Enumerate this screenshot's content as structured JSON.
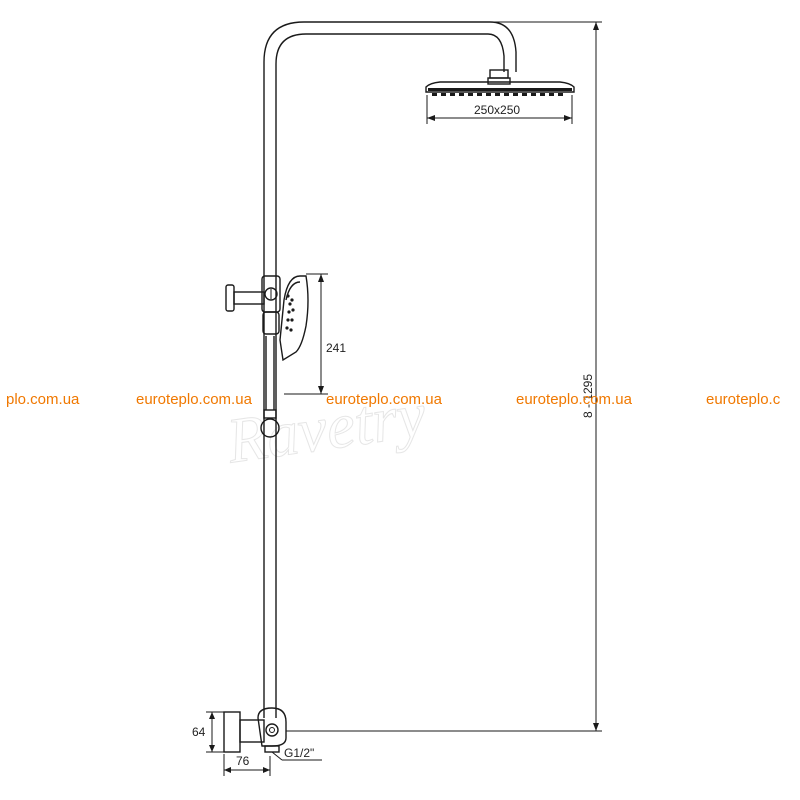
{
  "dimensions": {
    "head_size": "250x250",
    "handshower_height": "241",
    "total_height": "8 - 1295",
    "bracket_height": "64",
    "bracket_depth": "76",
    "thread": "G1/2\""
  },
  "watermarks": [
    "plo.com.ua",
    "euroteplo.com.ua",
    "euroteplo.com.ua",
    "euroteplo.com.ua",
    "euroteplo.c"
  ],
  "ghost_logo": "Ravetry",
  "colors": {
    "line": "#1a1a1a",
    "watermark": "#f07800",
    "ghost": "#e6e6e6"
  }
}
